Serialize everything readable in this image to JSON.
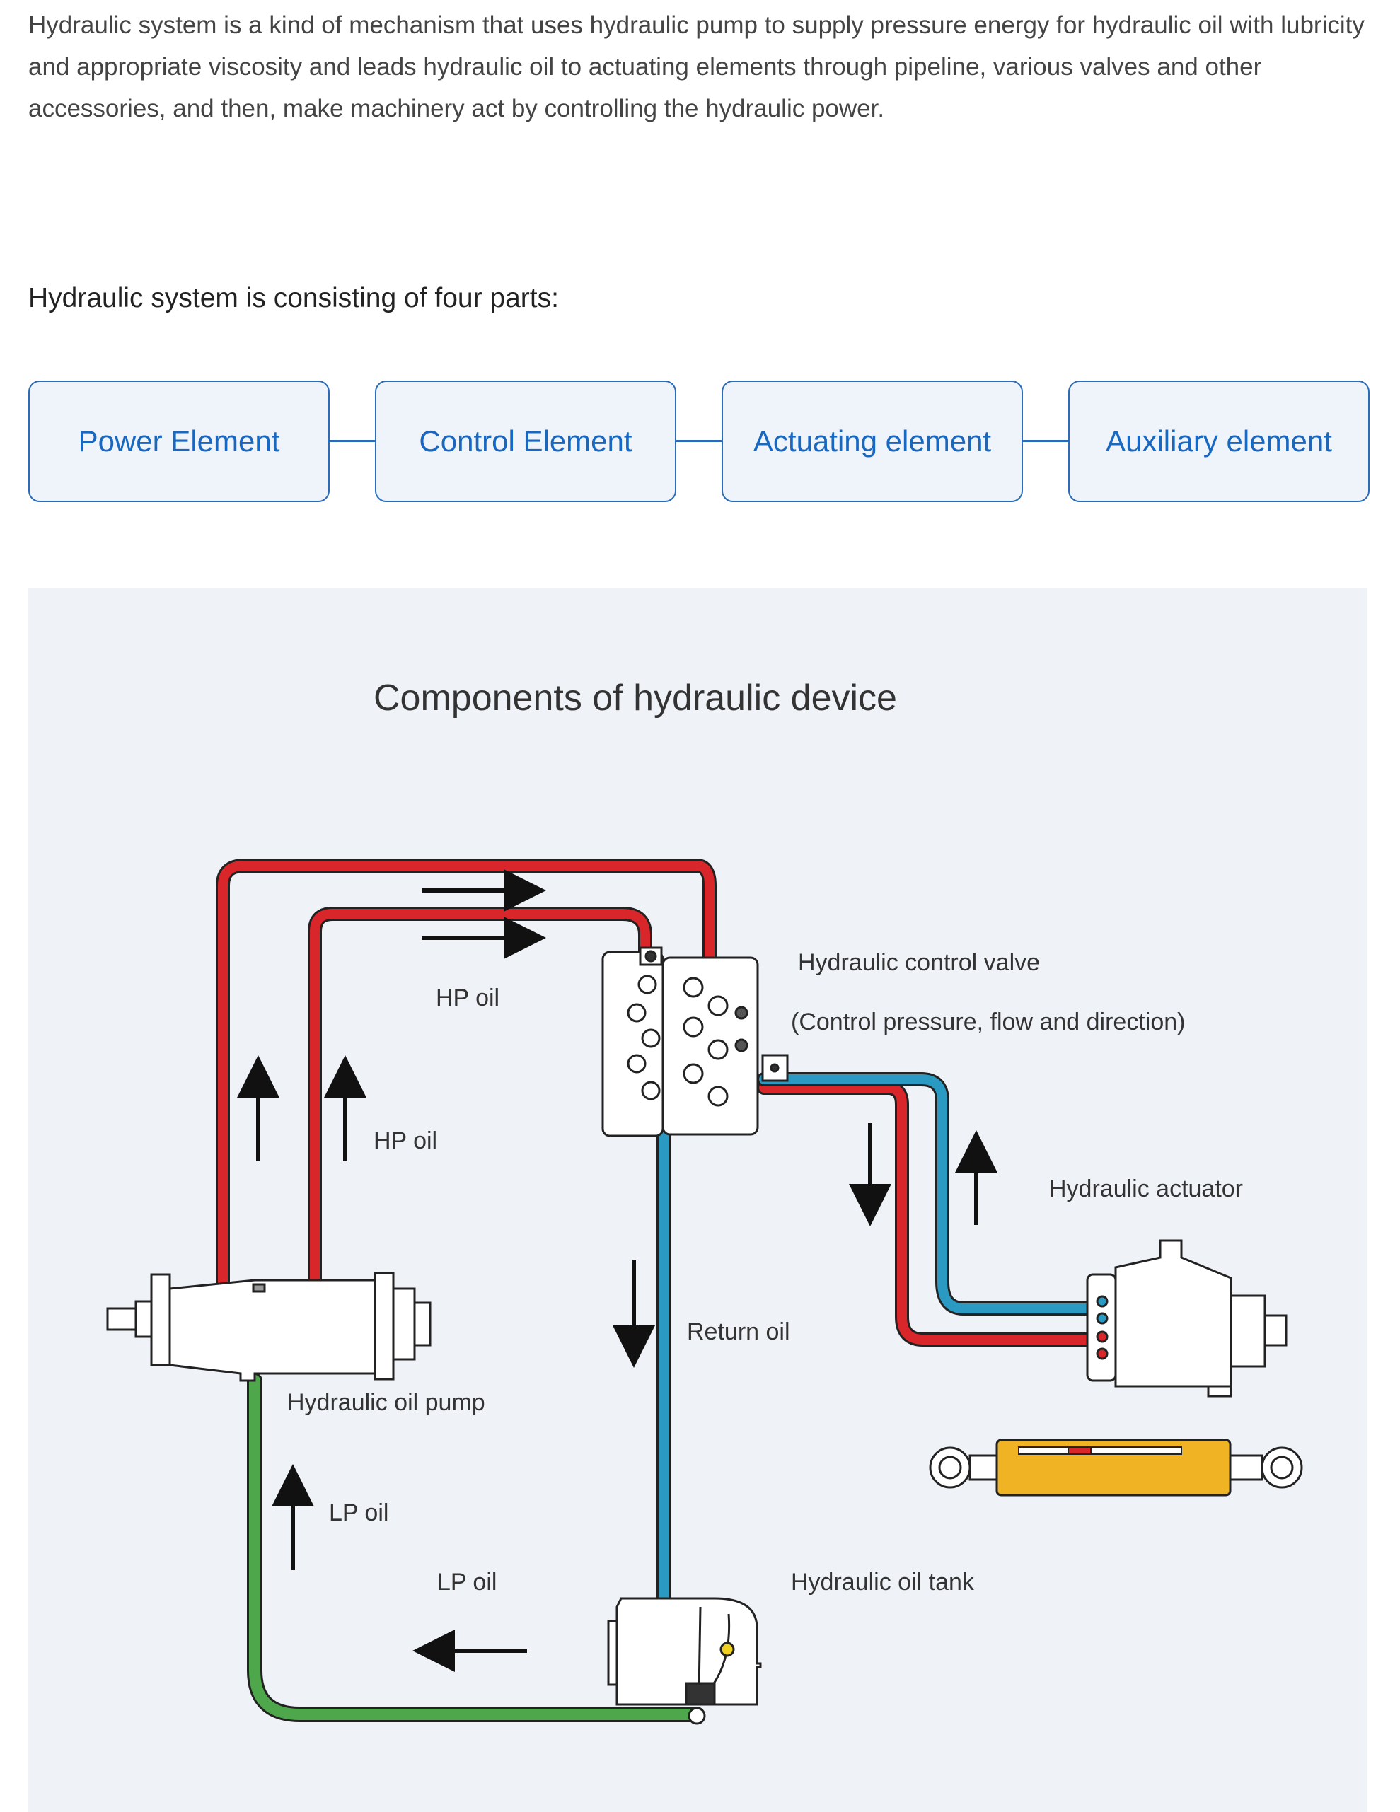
{
  "intro": {
    "paragraph": "Hydraulic system is a kind of mechanism that uses hydraulic pump to supply pressure energy for hydraulic oil with lubricity and appropriate viscosity and leads hydraulic oil to actuating elements through pipeline, various valves and other accessories, and then, make machinery act by controlling the hydraulic power.",
    "parts_heading": "Hydraulic system is consisting of four parts:"
  },
  "parts": [
    {
      "label": "Power Element"
    },
    {
      "label": "Control Element"
    },
    {
      "label": "Actuating element"
    },
    {
      "label": "Auxiliary element"
    }
  ],
  "diagram": {
    "title": "Components of hydraulic device",
    "labels": {
      "hp_oil_top": "HP oil",
      "hp_oil_left": "HP oil",
      "control_valve": "Hydraulic control valve",
      "control_valve_desc": "(Control pressure, flow and direction)",
      "actuator": "Hydraulic actuator",
      "return_oil": "Return oil",
      "pump": "Hydraulic oil pump",
      "lp_oil_left": "LP oil",
      "lp_oil_bottom": "LP oil",
      "tank": "Hydraulic oil tank"
    },
    "colors": {
      "hp_line": "#d9262b",
      "return_line": "#2b9ac2",
      "lp_line": "#4ea74a",
      "cylinder": "#f0b323",
      "title_box_border": "#2a6cb7",
      "title_box_text": "#1867c0",
      "panel_bg": "#eff3f8"
    }
  }
}
